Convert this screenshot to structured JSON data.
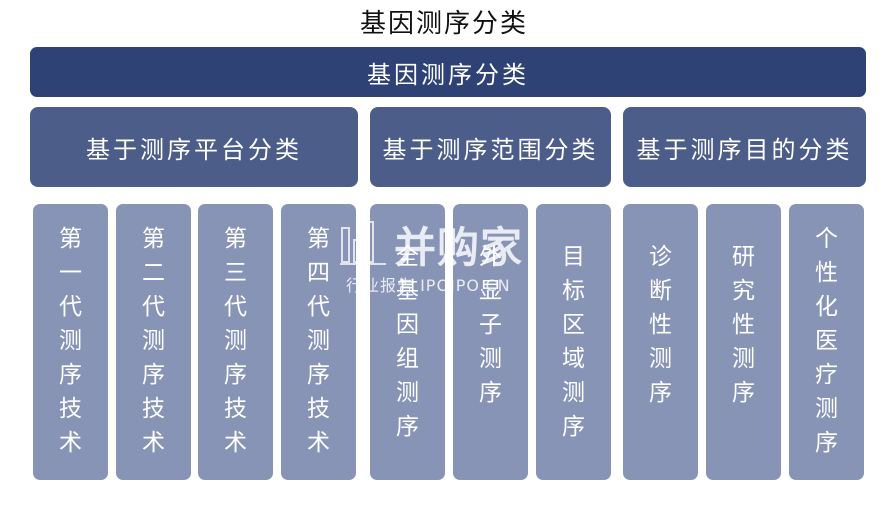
{
  "title": "基因测序分类",
  "root": {
    "label": "基因测序分类"
  },
  "categories": [
    {
      "label": "基于测序平台分类",
      "children": [
        "第一代测序技术",
        "第二代测序技术",
        "第三代测序技术",
        "第四代测序技术"
      ]
    },
    {
      "label": "基于测序范围分类",
      "children": [
        "全基因组测序",
        "外显子测序",
        "目标区域测序"
      ]
    },
    {
      "label": "基于测序目的分类",
      "children": [
        "诊断性测序",
        "研究性测序",
        "个性化医疗测序"
      ]
    }
  ],
  "watermark": {
    "name": "并购家",
    "sub": "行业报告 IPOIPO.CN"
  },
  "colors": {
    "root": "#2f4276",
    "category": "#4d5d8a",
    "leaf": "#8794b6"
  }
}
